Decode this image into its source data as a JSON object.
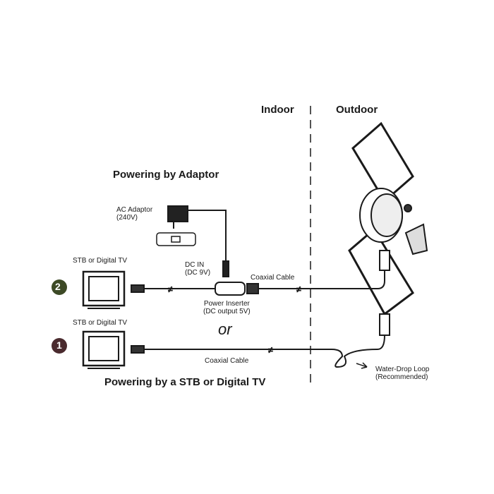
{
  "zones": {
    "indoor": "Indoor",
    "outdoor": "Outdoor"
  },
  "adaptor_section": {
    "title": "Powering by Adaptor",
    "ac_adaptor": [
      "AC Adaptor",
      "(240V)"
    ],
    "dc_in": [
      "DC IN",
      "(DC 9V)"
    ],
    "power_inserter": [
      "Power Inserter",
      "(DC output 5V)"
    ],
    "device_label": "STB or Digital TV",
    "coax_label": "Coaxial Cable",
    "step_number": "2"
  },
  "separator": "or",
  "stb_section": {
    "title": "Powering by a STB or Digital TV",
    "device_label": "STB or Digital TV",
    "coax_label": "Coaxial Cable",
    "step_number": "1"
  },
  "water_drop": [
    "Water-Drop Loop",
    "(Recommended)"
  ],
  "colors": {
    "step_badge_1": "#4a2a2e",
    "step_badge_2": "#3d4a26",
    "line": "#1a1a1a"
  }
}
